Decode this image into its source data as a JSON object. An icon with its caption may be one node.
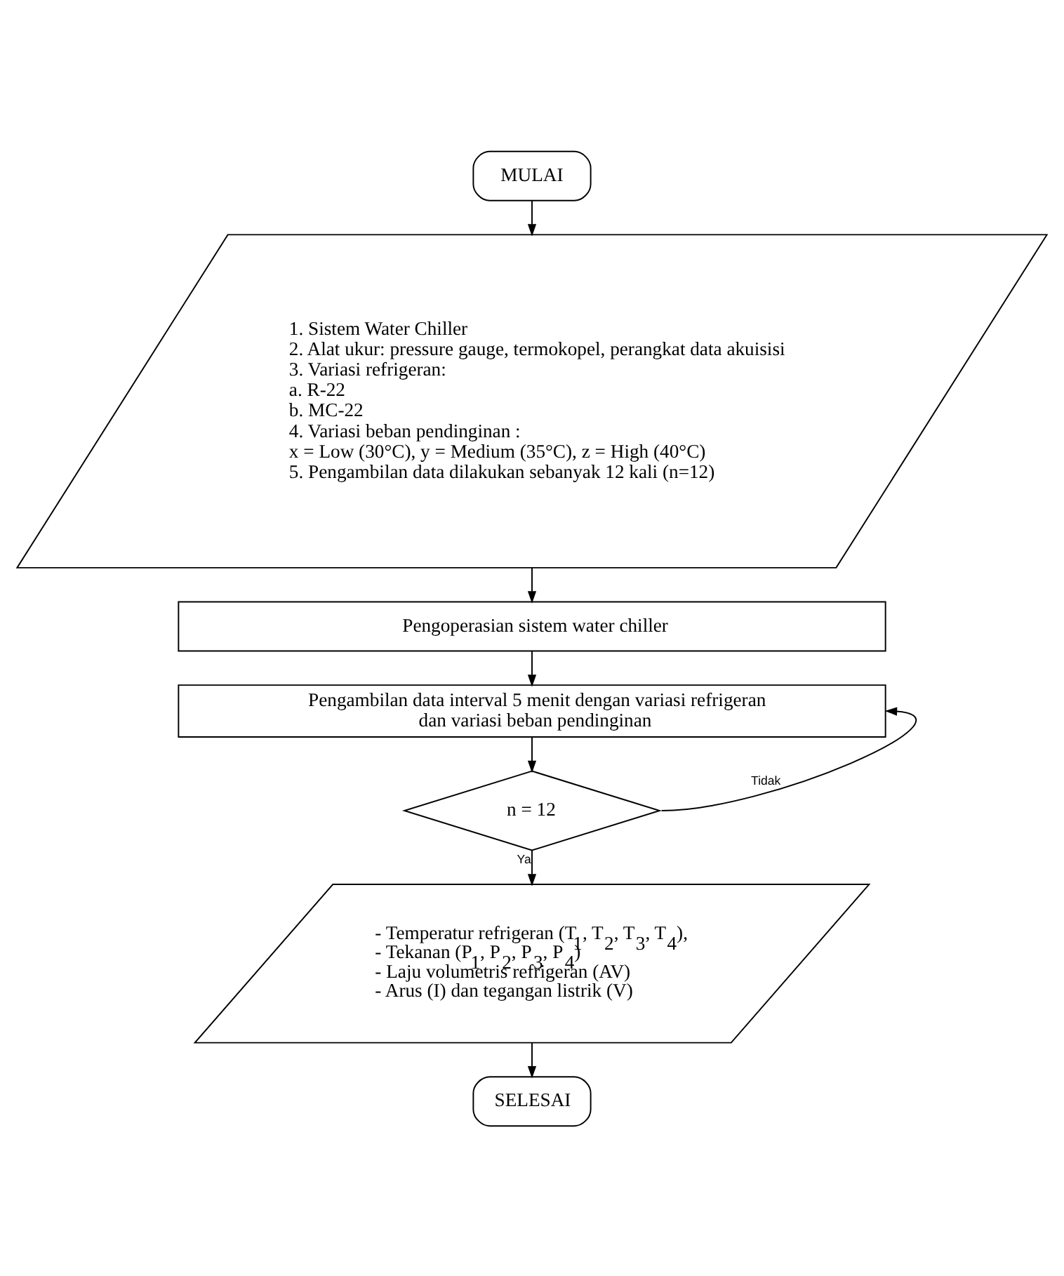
{
  "diagram": {
    "nodes": [
      {
        "text": [
          "MULAI"
        ]
      },
      {
        "text": [
          "1. Sistem Water Chiller",
          "2. Alat ukur: pressure gauge, termokopel, perangkat data akuisisi",
          "3. Variasi refrigeran:",
          "a. R-22",
          "b. MC-22",
          "4. Variasi beban pendinginan :",
          "x = Low (30°C), y = Medium (35°C), z = High (40°C)",
          "5. Pengambilan data dilakukan sebanyak 12 kali (n=12)"
        ]
      },
      {
        "text": [
          "Pengoperasian sistem water chiller"
        ]
      },
      {
        "text": [
          "Pengambilan data interval 5 menit dengan variasi refrigeran dan variasi beban pendinginan"
        ]
      },
      {
        "text": [
          "n = 12"
        ]
      },
      {
        "text": [
          "- Temperatur refrigeran (T$_{1}$, T$_{2}$, T$_{3}$, T$_{4}$),",
          "- Tekanan (P$_{1}$, P$_{2}$, P$_{3}$, P$_{4}$)",
          "- Laju volumetris refrigeran (AV)",
          "- Arus (I) dan tegangan listrik (V)"
        ]
      },
      {
        "text": [
          "SELESAI"
        ]
      }
    ],
    "edges": [
      {
        "from": 0,
        "to": 1,
        "arrow": "to"
      },
      {
        "from": 1,
        "to": 2,
        "arrow": "to"
      },
      {
        "from": 2,
        "to": 3,
        "arrow": "to"
      },
      {
        "from": 3,
        "to": 4,
        "arrow": "to"
      },
      {
        "from": 4,
        "to": 3,
        "arrow": "to",
        "label": "Tidak"
      },
      {
        "from": 4,
        "to": 5,
        "arrow": "to",
        "label": "Ya"
      },
      {
        "from": 5,
        "to": 6,
        "arrow": "to"
      }
    ]
  }
}
